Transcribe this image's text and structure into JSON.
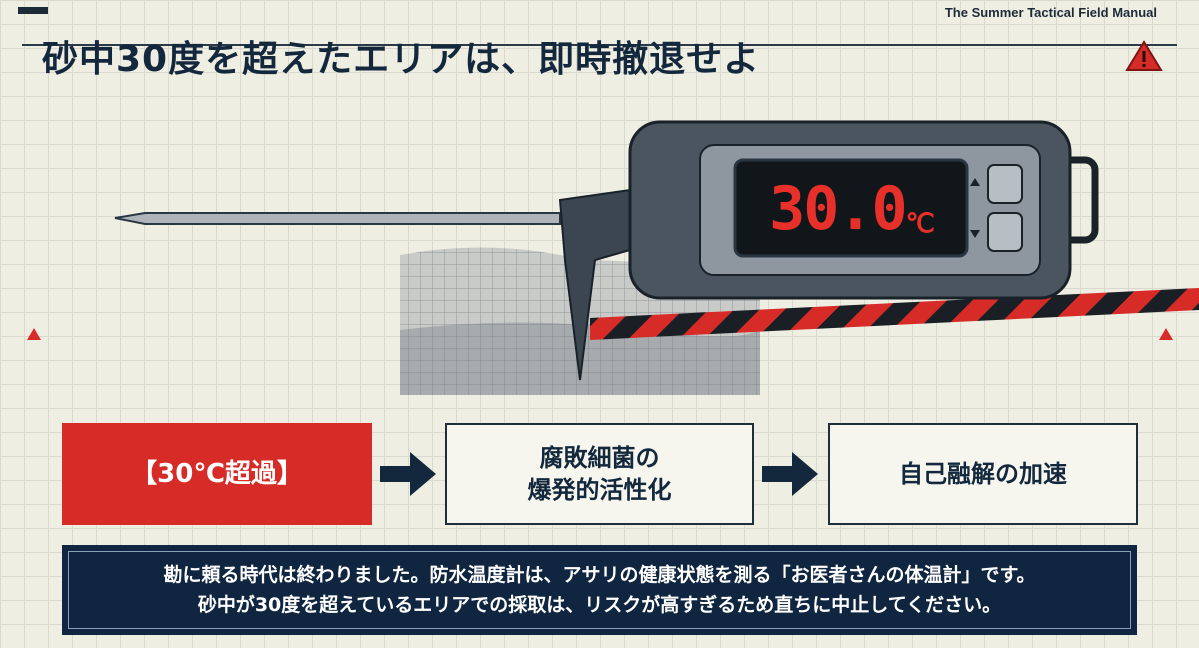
{
  "header": {
    "manual_title": "The Summer Tactical Field Manual",
    "title": "砂中30度を超えたエリアは、即時撤退せよ"
  },
  "thermometer": {
    "reading": "30.0",
    "unit": "℃"
  },
  "flow": [
    {
      "label": "【30℃超過】"
    },
    {
      "label_line1": "腐敗細菌の",
      "label_line2": "爆発的活性化"
    },
    {
      "label": "自己融解の加速"
    }
  ],
  "footer": {
    "line1": "勘に頼る時代は終わりました。防水温度計は、アサリの健康状態を測る「お医者さんの体温計」です。",
    "line2": "砂中が30度を超えているエリアでの採取は、リスクが高すぎるため直ちに中止してください。"
  },
  "colors": {
    "accent_red": "#d72b27",
    "navy": "#0f2540",
    "background": "#efeee3"
  }
}
